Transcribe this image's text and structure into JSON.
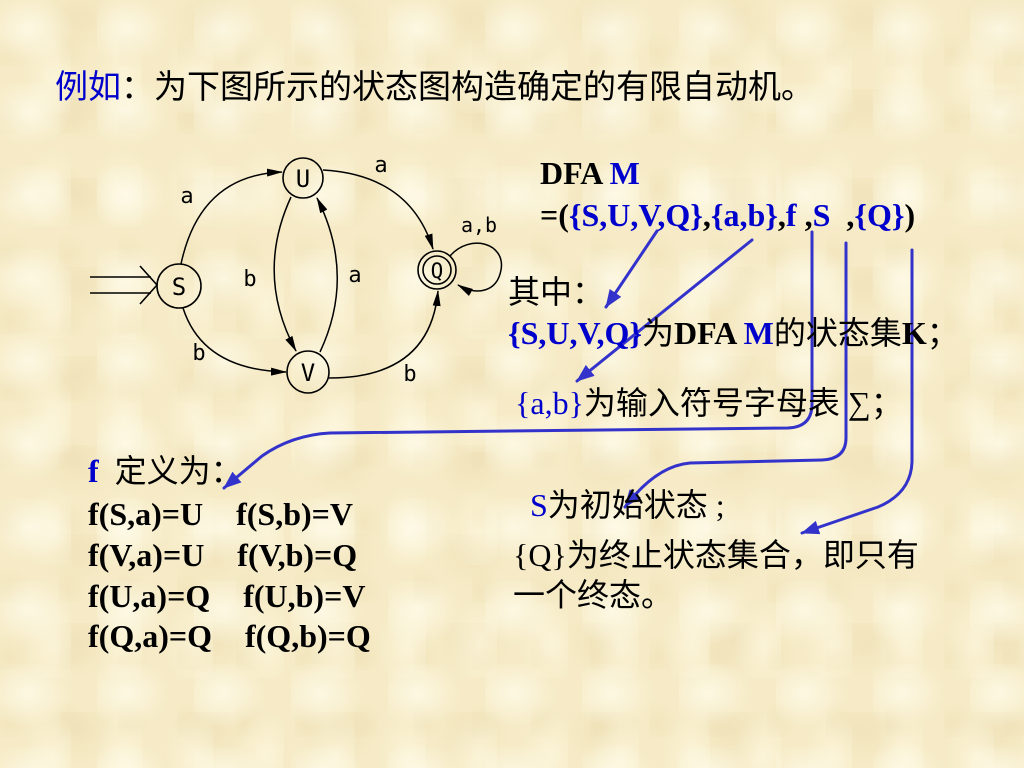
{
  "title": {
    "highlight": "例如",
    "text": "：为下图所示的状态图构造确定的有限自动机。"
  },
  "diagram": {
    "states": {
      "S": "S",
      "U": "U",
      "V": "V",
      "Q": "Q"
    },
    "edge_labels": {
      "S_U": "a",
      "U_Q": "a",
      "Q_Q": "a,b",
      "U_V": "b",
      "V_U": "a",
      "S_V": "b",
      "V_Q": "b"
    }
  },
  "dfa": {
    "name_prefix": "DFA ",
    "name_var": "M",
    "tuple": {
      "open": "=(",
      "states": "{S,U,V,Q}",
      "sep1": ",",
      "alphabet": "{a,b}",
      "sep2": ",",
      "func": "f",
      "sep3": " ,",
      "start": "S",
      "sep4": "  ,",
      "finals": "{Q}",
      "close": ")"
    }
  },
  "explanation": {
    "heading": "其中：",
    "states_line": {
      "set": "{S,U,V,Q}",
      "text1": "为",
      "dfa": "DFA",
      "var": " M",
      "text2": "的状态集",
      "symbol": "K",
      "end": "；"
    },
    "alphabet_line": {
      "set": "{a,b}",
      "text": "为输入符号字母表 ∑；"
    },
    "start_line": {
      "symbol": "S",
      "text": "为初始状态 ;"
    },
    "final_line": {
      "line1": "{Q}为终止状态集合，即只有",
      "line2": "一个终态。"
    }
  },
  "transition": {
    "heading_symbol": "f",
    "heading_text": "  定义为：",
    "rows": [
      [
        "f(S,a)=U",
        "f(S,b)=V"
      ],
      [
        "f(V,a)=U",
        "f(V,b)=Q"
      ],
      [
        "f(U,a)=Q",
        "f(U,b)=V"
      ],
      [
        "f(Q,a)=Q",
        "f(Q,b)=Q"
      ]
    ]
  },
  "colors": {
    "accent": "#0000cc",
    "arrow": "#3333cc",
    "ink": "#000000",
    "paper": "#f6ebc6"
  }
}
